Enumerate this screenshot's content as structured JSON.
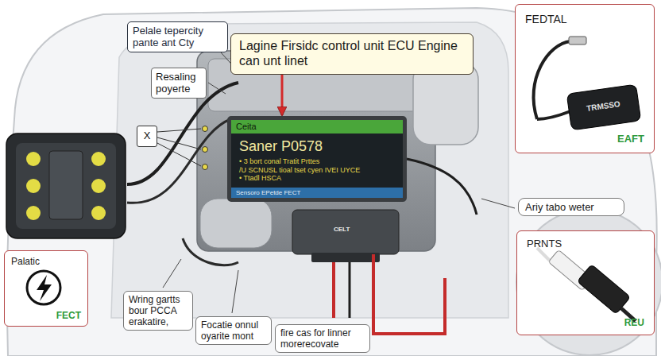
{
  "diagram": {
    "nodes": [
      {
        "text": [
          "Pelale tepercity pante ant Cty"
        ]
      },
      {
        "text": [
          "Lagine Firsidc control unit ECU Engine can unt linet"
        ]
      },
      {
        "text": [
          "FEDTAL",
          "EAFT"
        ]
      },
      {
        "text": [
          "Resaling poyerte"
        ]
      },
      {
        "text": [
          "X"
        ]
      },
      {
        "text": [
          "Ceita",
          "Saner P0578",
          "• 3 bort conal Tratit Prttes",
          "/U SCNUSL tioal tset cyen IVEI UYCE",
          "• Ttadl HSCA",
          "Sensoro EPetde FECT"
        ]
      },
      {
        "text": [
          "Ariy tabo weter"
        ]
      },
      {
        "text": [
          "PRNTS",
          "REU"
        ]
      },
      {
        "text": [
          "Palatic",
          "FECT"
        ]
      },
      {
        "text": [
          "Wring gartts bour PCCA erakatire,"
        ]
      },
      {
        "text": [
          "Focatie onnul oyarite mont"
        ]
      },
      {
        "text": [
          "fire cas for linner morerecovate"
        ]
      }
    ],
    "edges": [
      {
        "from": 1,
        "to": 5,
        "arrow": "to"
      }
    ],
    "labels": [
      "TRMSSO",
      "CELT"
    ]
  }
}
